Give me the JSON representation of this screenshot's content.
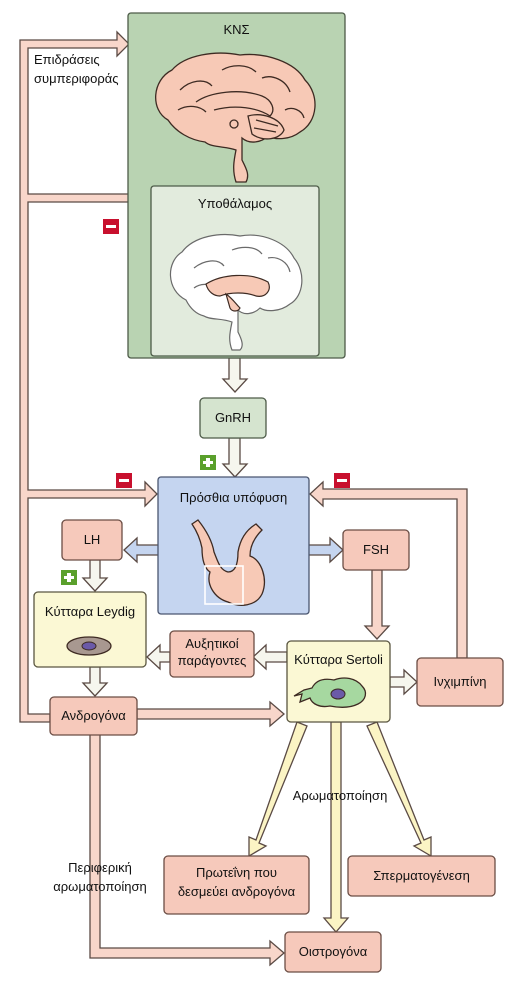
{
  "nodes": {
    "cns": "ΚΝΣ",
    "hypothalamus": "Υποθάλαμος",
    "gnrh": "GnRH",
    "anterior_pituitary": "Πρόσθια υπόφυση",
    "lh": "LH",
    "fsh": "FSH",
    "leydig": "Κύτταρα Leydig",
    "sertoli": "Κύτταρα Sertoli",
    "growth_factors_line1": "Αυξητικοί",
    "growth_factors_line2": "παράγοντες",
    "inhibin": "Ινχιμπίνη",
    "androgens": "Ανδρογόνα",
    "abp_line1": "Πρωτεΐνη που",
    "abp_line2": "δεσμεύει ανδρογόνα",
    "spermatogenesis": "Σπερματογένεση",
    "estrogens": "Οιστρογόνα"
  },
  "annotations": {
    "behavior_line1": "Επιδράσεις",
    "behavior_line2": "συμπεριφοράς",
    "aromatization": "Αρωματοποίηση",
    "peripheral_line1": "Περιφερική",
    "peripheral_line2": "αρωματοποίηση"
  },
  "signs": {
    "plus": "+",
    "minus": "−"
  },
  "colors": {
    "cns_fill": "#b9d3b2",
    "hypothalamus_fill": "#e2ebdd",
    "salmon_fill": "#f6c9bb",
    "pituitary_fill": "#c5d5f0",
    "yellow_fill": "#fbf8d4",
    "gnrh_fill": "#d5e4cf",
    "arrow_salmon": "#f8d6ca",
    "arrow_yellow": "#fbf4c4",
    "minus_red": "#c8102e",
    "plus_green": "#5aa02c"
  }
}
